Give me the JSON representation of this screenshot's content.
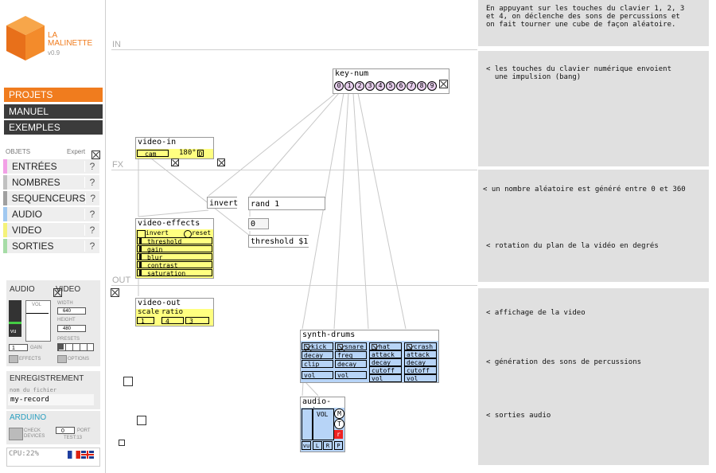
{
  "logo": {
    "name": "LA\nMALINETTE",
    "version": "v0.9"
  },
  "nav": {
    "projets": "PROJETS",
    "manuel": "MANUEL",
    "exemples": "EXEMPLES"
  },
  "objets": {
    "label": "OBJETS",
    "expert": "Expert"
  },
  "categories": [
    {
      "label": "ENTRÉES",
      "color": "#f2a0e6"
    },
    {
      "label": "NOMBRES",
      "color": "#c0c0c0"
    },
    {
      "label": "SEQUENCEURS",
      "color": "#a0a0a0"
    },
    {
      "label": "AUDIO",
      "color": "#a0c8f0"
    },
    {
      "label": "VIDEO",
      "color": "#f4f27a"
    },
    {
      "label": "SORTIES",
      "color": "#a6dca6"
    }
  ],
  "help_mark": "?",
  "media": {
    "audio": "AUDIO",
    "video": "VIDEO",
    "vol": "VOL",
    "vu": "vu",
    "width": "WIDTH",
    "width_val": "640",
    "height": "HEIGHT",
    "height_val": "480",
    "presets": "PRESETS",
    "gain_val": "1",
    "gain": "GAIN",
    "effects": "EFFECTS",
    "options": "OPTIONS"
  },
  "record": {
    "label": "ENREGISTREMENT",
    "filename_label": "nom du fichier",
    "filename": "my-record"
  },
  "arduino": {
    "label": "ARDUINO",
    "check": "CHECK\nDEVICES",
    "port_val": "0",
    "port": "PORT",
    "test": "TEST:13"
  },
  "cpu": "CPU:22%",
  "sections": {
    "in": "IN",
    "fx": "FX",
    "out": "OUT"
  },
  "objects": {
    "keynum": "key-num",
    "keys": [
      "0",
      "1",
      "2",
      "3",
      "4",
      "5",
      "6",
      "7",
      "8",
      "9"
    ],
    "videoin": "video-in",
    "cam": "cam",
    "deg": "180°",
    "d": "D",
    "invert": "invert",
    "rand": "rand 1",
    "zero": "0",
    "threshold_msg": "threshold $1",
    "videoeffects": "video-effects",
    "ve_invert": "invert",
    "ve_reset": "reset",
    "ve_params": [
      "threshold",
      "gain",
      "blur",
      "contrast",
      "saturation"
    ],
    "videoout": "video-out",
    "vo_scale": "scale",
    "vo_ratio": "ratio",
    "vo_vals": [
      "1",
      "4",
      "3"
    ],
    "synth": "synth-drums",
    "drums": [
      "kick",
      "snare",
      "hat",
      "crash"
    ],
    "kick_rows": [
      "decay",
      "clip",
      "vol"
    ],
    "snare_rows": [
      "freq",
      "decay",
      "vol"
    ],
    "hat_rows": [
      "attack",
      "decay",
      "cutoff",
      "vol"
    ],
    "crash_rows": [
      "attack",
      "decay",
      "cutoff",
      "vol"
    ],
    "audioout": "audio-out",
    "ao_vol": "VOL",
    "ao_m": "M",
    "ao_t": "T",
    "ao_r": "r",
    "ao_vu": "vu",
    "ao_l": "L",
    "ao_rr": "R",
    "ao_p": "P"
  },
  "panels": [
    "En appuyant sur les touches du clavier 1, 2, 3\net 4, on déclenche des sons de percussions et\non fait tourner une cube de façon aléatoire.",
    "< les touches du clavier numérique envoient\n  une impulsion (bang)",
    "< un nombre aléatoire est généré entre 0 et 360",
    "< rotation du plan de la vidéo en degrés",
    "< affichage de la video",
    "< génération des sons de percussions",
    "< sorties audio"
  ]
}
